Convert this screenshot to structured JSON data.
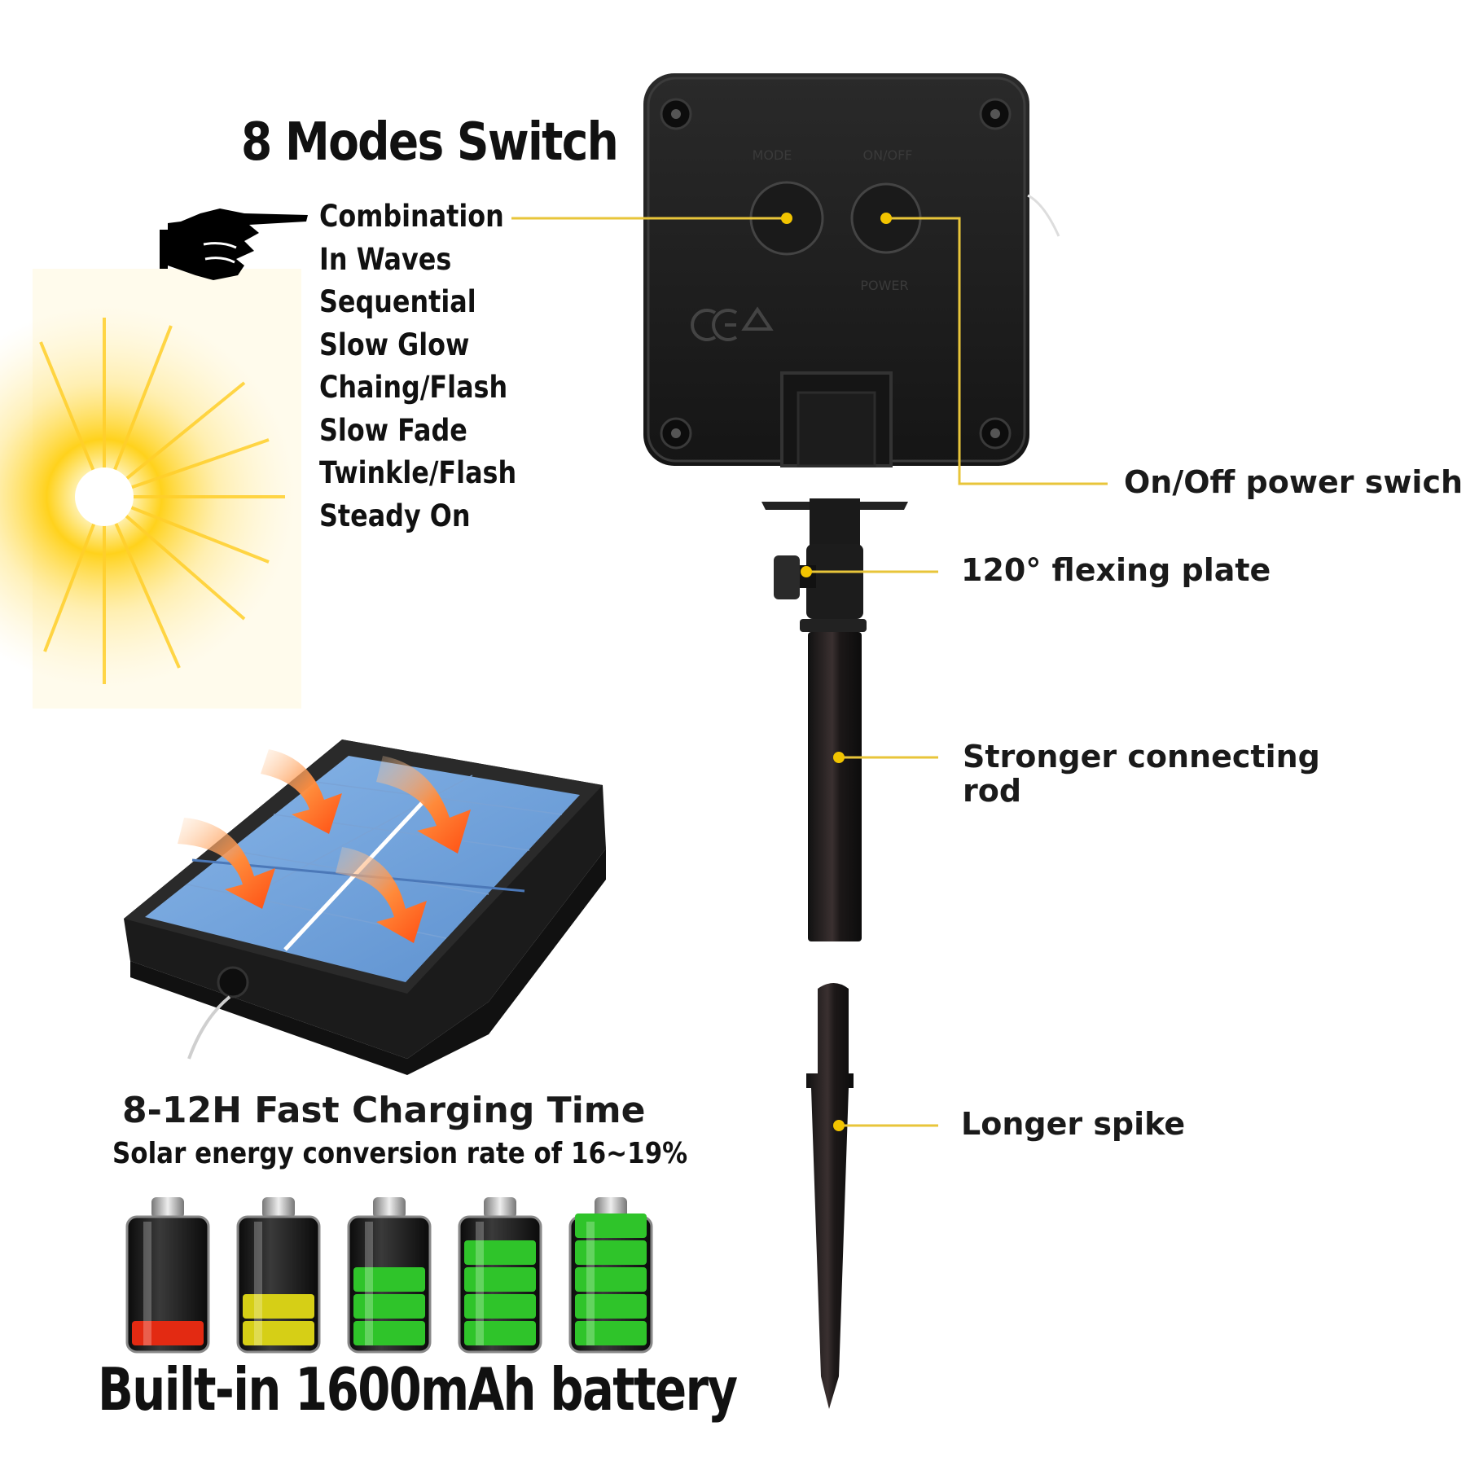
{
  "modes_switch": {
    "title": "8 Modes Switch",
    "modes": [
      "Combination",
      "In Waves",
      "Sequential",
      "Slow Glow",
      "Chaing/Flash",
      "Slow Fade",
      "Twinkle/Flash",
      "Steady On"
    ]
  },
  "control_box": {
    "mode_label": "MODE",
    "onoff_label": "ON/OFF",
    "power_label": "POWER"
  },
  "callouts": {
    "power_switch": "On/Off power swich",
    "flexing_plate": "120° flexing plate",
    "connecting_rod": "Stronger connecting rod",
    "spike": "Longer spike"
  },
  "charging": {
    "time": "8-12H Fast Charging Time",
    "conversion": "Solar energy conversion rate of 16~19%"
  },
  "battery": {
    "caption": "Built-in 1600mAh battery",
    "levels": [
      {
        "bars": 1,
        "color": "#e32a12"
      },
      {
        "bars": 2,
        "color": "#d6cf16"
      },
      {
        "bars": 3,
        "color": "#2fc42a"
      },
      {
        "bars": 4,
        "color": "#2fc42a"
      },
      {
        "bars": 5,
        "color": "#2fc42a"
      }
    ]
  },
  "colors": {
    "leader_line": "#e8c53a",
    "sun": "#ffd21c",
    "panel_blue": "#6fa3de",
    "arrow_orange": "#ff6a1a"
  }
}
